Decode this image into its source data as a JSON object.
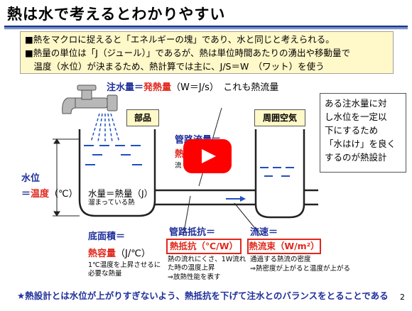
{
  "title": "熱は水で考えるとわかりやすい",
  "bullets": [
    "■熱をマクロに捉えると「エネルギーの塊」であり、水と同じと考えられる。",
    "■熱量の単位は「J（ジュール）」であるが、熱は単位時間あたりの湧出や移動量で",
    "　温度（水位）が決まるため、熱計算では主に、J/S＝W　（ワット）を使う"
  ],
  "top_label": {
    "part1": "注水量＝",
    "part2": "発熱量",
    "part3": "（W＝J/s）　これも熱流量"
  },
  "box_buhin": "部品",
  "box_ambient": "周囲空気",
  "water_level": {
    "line1": "水位",
    "line2a": "＝",
    "line2b": "温度",
    "line2c": "（℃）"
  },
  "water_amount": {
    "label": "水量＝熱量（J）",
    "note": "溜まっている熱"
  },
  "pipe_flow_partial": {
    "line1": "管路流量＝",
    "line2": "熱",
    "line3": "流"
  },
  "bottom_area": {
    "label": "底面積＝",
    "capacity_red": "熱容量",
    "capacity_unit": "（J/℃）",
    "note1": "1℃温度を上昇させるに",
    "note2": "必要な熱量"
  },
  "pipe_resistance": {
    "label": "管路抵抗＝",
    "box": "熱抵抗（℃/W）",
    "note1": "熱の流れにくさ、1W流れ",
    "note2": "た時の温度上昇",
    "note3": "⇒放熱性能を表す"
  },
  "flow_speed": {
    "label": "流速＝",
    "box": "熱流束（W/m²）",
    "note1": "通過する熱流の密度",
    "note2": "⇒熱密度が上がると温度が上がる"
  },
  "note_box": [
    "ある注水量に対",
    "し水位を一定以",
    "下にするため",
    "「水はけ」を良く",
    "するのが熱設計"
  ],
  "footer": "★熱設計とは水位が上がりすぎないよう、熱抵抗を下げて注水とのバランスをとることである",
  "page_number": "2",
  "colors": {
    "title_rule": "#1f3f95",
    "blue_text": "#1f2f9a",
    "red_text": "#e0281c",
    "highlight_fill": "#fff8c8",
    "water": "#2050c0",
    "play_button": "#ff0000"
  },
  "icons": [
    "faucet-icon",
    "play-icon",
    "flow-arrow-icon"
  ]
}
